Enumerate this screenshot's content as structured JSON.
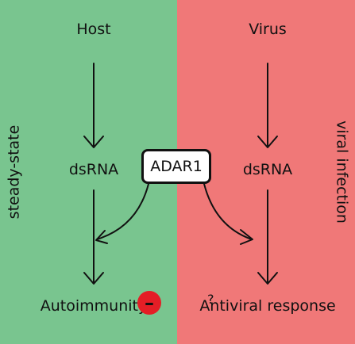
{
  "colors": {
    "left_panel": "#79c58f",
    "right_panel": "#f07878",
    "inhibit_badge": "#e41e26",
    "stroke": "#111111"
  },
  "left": {
    "source": "Host",
    "rna": "dsRNA",
    "outcome": "Autoimmunity",
    "state_label": "steady-state"
  },
  "right": {
    "source": "Virus",
    "rna": "dsRNA",
    "outcome": "Antiviral response",
    "state_label": "viral infection"
  },
  "center": {
    "regulator": "ADAR1",
    "inhibit_symbol": "–",
    "unknown_symbol": "?"
  },
  "icons": {
    "inhibition": "minus-circle-icon",
    "arrows": "arrow-down-icon"
  }
}
